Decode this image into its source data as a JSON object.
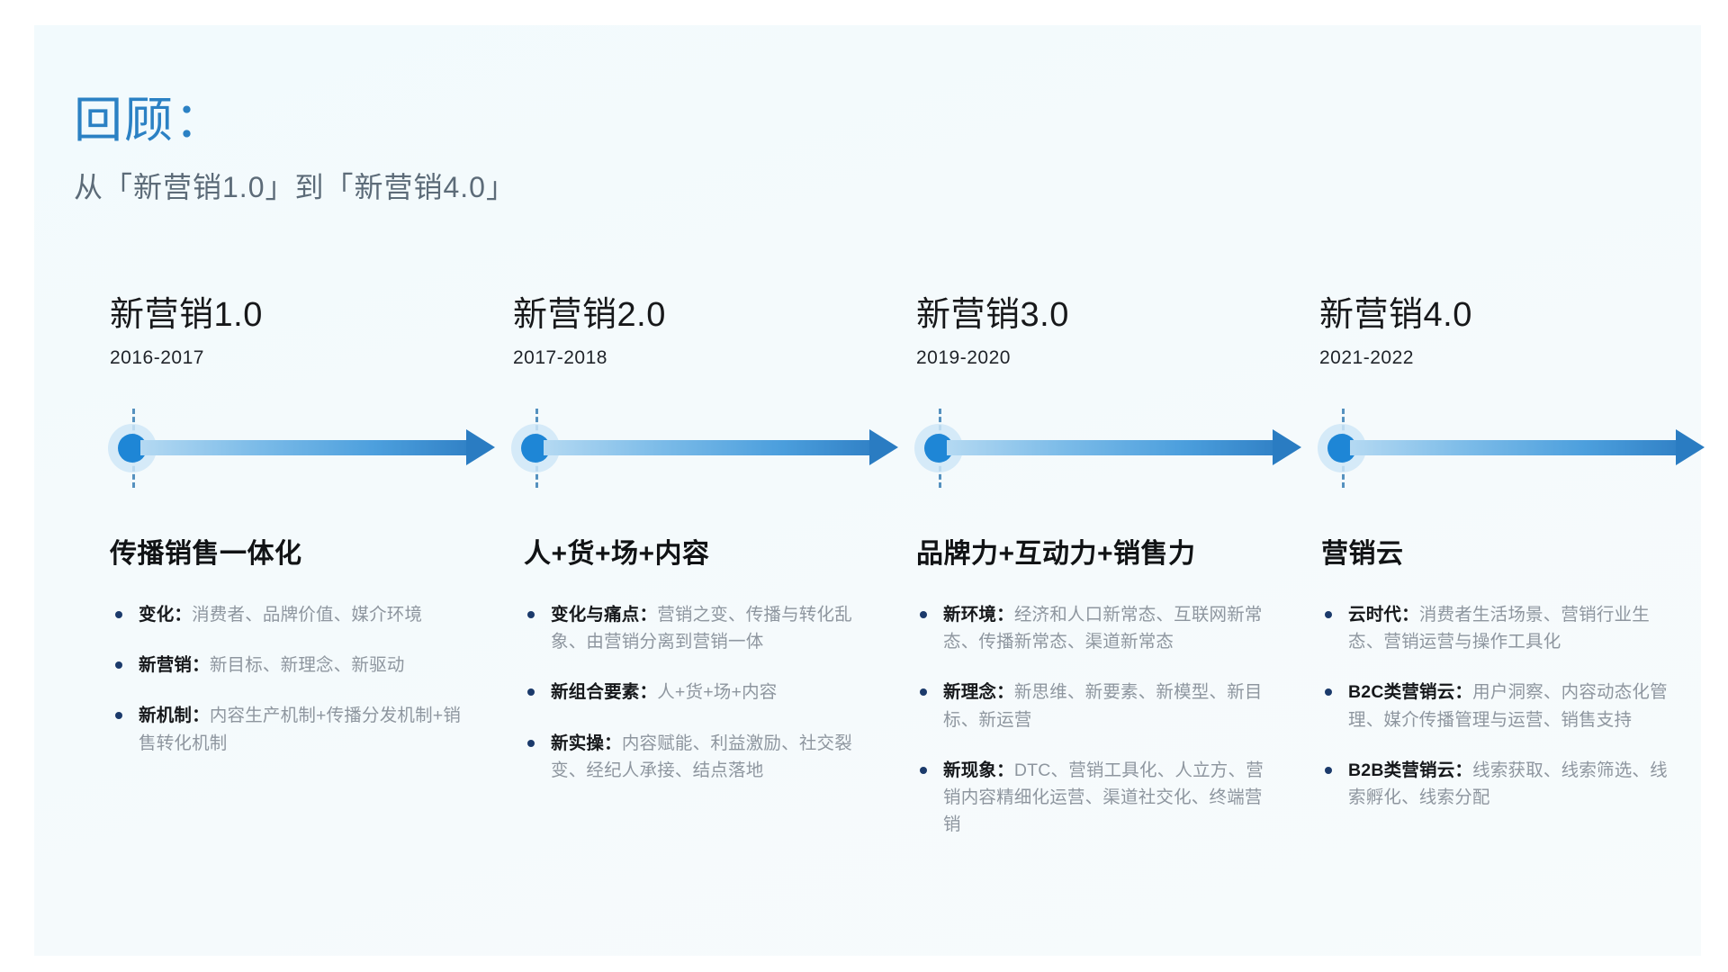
{
  "slide": {
    "background_color": "#f4fafc",
    "accent_color": "#2b81c4",
    "node_color": "#1e86d6",
    "bullet_dot_color": "#1b3a6b"
  },
  "header": {
    "title": "回顾：",
    "subtitle": "从「新营销1.0」到「新营销4.0」"
  },
  "timeline": {
    "columns": [
      {
        "era_title": "新营销1.0",
        "years": "2016-2017",
        "phase": "传播销售一体化",
        "bullets": [
          {
            "lead": "变化：",
            "text": "消费者、品牌价值、媒介环境"
          },
          {
            "lead": "新营销：",
            "text": "新目标、新理念、新驱动"
          },
          {
            "lead": "新机制：",
            "text": "内容生产机制+传播分发机制+销售转化机制"
          }
        ]
      },
      {
        "era_title": "新营销2.0",
        "years": "2017-2018",
        "phase": "人+货+场+内容",
        "bullets": [
          {
            "lead": "变化与痛点：",
            "text": "营销之变、传播与转化乱象、由营销分离到营销一体"
          },
          {
            "lead": "新组合要素：",
            "text": "人+货+场+内容"
          },
          {
            "lead": "新实操：",
            "text": "内容赋能、利益激励、社交裂变、经纪人承接、结点落地"
          }
        ]
      },
      {
        "era_title": "新营销3.0",
        "years": "2019-2020",
        "phase": "品牌力+互动力+销售力",
        "bullets": [
          {
            "lead": "新环境：",
            "text": "经济和人口新常态、互联网新常态、传播新常态、渠道新常态"
          },
          {
            "lead": "新理念：",
            "text": "新思维、新要素、新模型、新目标、新运营"
          },
          {
            "lead": "新现象：",
            "text": "DTC、营销工具化、人立方、营销内容精细化运营、渠道社交化、终端营销"
          }
        ]
      },
      {
        "era_title": "新营销4.0",
        "years": "2021-2022",
        "phase": "营销云",
        "bullets": [
          {
            "lead": "云时代：",
            "text": "消费者生活场景、营销行业生态、营销运营与操作工具化"
          },
          {
            "lead": "B2C类营销云：",
            "text": "用户洞察、内容动态化管理、媒介传播管理与运营、销售支持"
          },
          {
            "lead": "B2B类营销云：",
            "text": "线索获取、线索筛选、线索孵化、线索分配"
          }
        ]
      }
    ]
  }
}
